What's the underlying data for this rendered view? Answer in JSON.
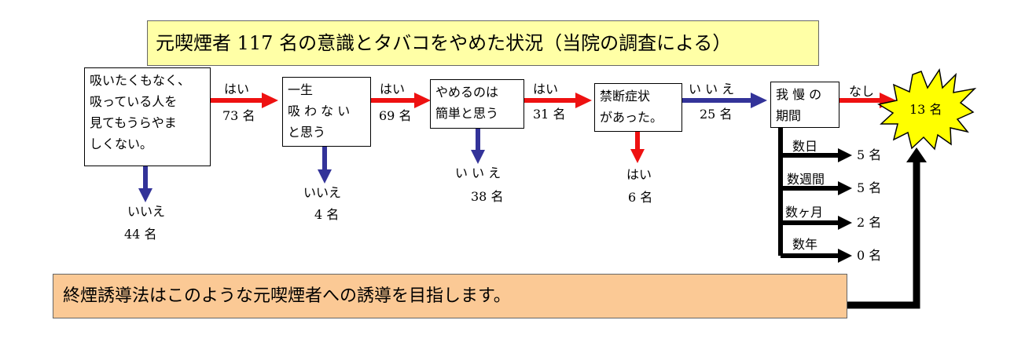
{
  "title": "元喫煙者 117 名の意識とタバコをやめた状況（当院の調査による）",
  "boxes": {
    "b1": [
      "吸いたくもなく、",
      "吸っている人を",
      "見てもうらやま",
      "しくない。"
    ],
    "b2": [
      "一生",
      "吸 わ な い",
      "と思う"
    ],
    "b3": [
      "やめるのは",
      "簡単と思う"
    ],
    "b4": [
      "禁断症状",
      "があった。"
    ],
    "b5": [
      "我 慢 の",
      "期間"
    ]
  },
  "flow": [
    {
      "answer": "はい",
      "count": "73 名"
    },
    {
      "answer": "はい",
      "count": "69 名"
    },
    {
      "answer": "はい",
      "count": "31 名"
    },
    {
      "answer": "い い え",
      "count": "25 名"
    },
    {
      "answer": "なし",
      "count": ""
    }
  ],
  "side": [
    {
      "answer": "いいえ",
      "count": "44 名"
    },
    {
      "answer": "いいえ",
      "count": "4 名"
    },
    {
      "answer": "い い え",
      "count": "38 名"
    },
    {
      "answer": "はい",
      "count": "6 名"
    }
  ],
  "periods": [
    {
      "label": "数日",
      "count": "5 名"
    },
    {
      "label": "数週間",
      "count": "5 名"
    },
    {
      "label": "数ヶ月",
      "count": "2 名"
    },
    {
      "label": "数年",
      "count": "0 名"
    }
  ],
  "result": "13 名",
  "footer": "終煙誘導法はこのような元喫煙者への誘導を目指します。",
  "colors": {
    "red": "#ee1111",
    "blue": "#333399",
    "black": "#000000",
    "title_bg": "#ffffa6",
    "footer_bg": "#fbc995",
    "star": "#ffff00"
  }
}
